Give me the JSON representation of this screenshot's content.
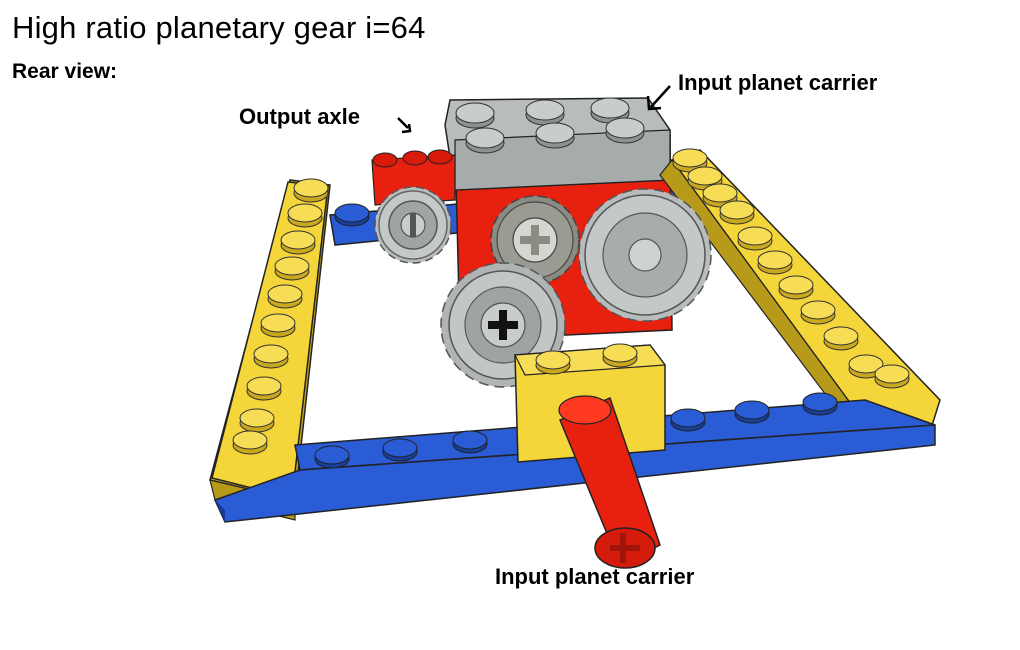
{
  "title": "High ratio planetary gear i=64",
  "subtitle": "Rear view:",
  "labels": {
    "output_axle": "Output axle",
    "input_planet_carrier_top": "Input planet carrier",
    "input_planet_carrier_bottom": "Input planet carrier"
  },
  "colors": {
    "yellow": "#f5d63a",
    "yellow_dark": "#b89a1a",
    "blue": "#1f4fc4",
    "blue_dark": "#143a94",
    "red": "#e8200f",
    "red_dark": "#a01508",
    "gray": "#b8bcbc",
    "gray_dark": "#7f8585",
    "dark_gray": "#8a8c84"
  }
}
